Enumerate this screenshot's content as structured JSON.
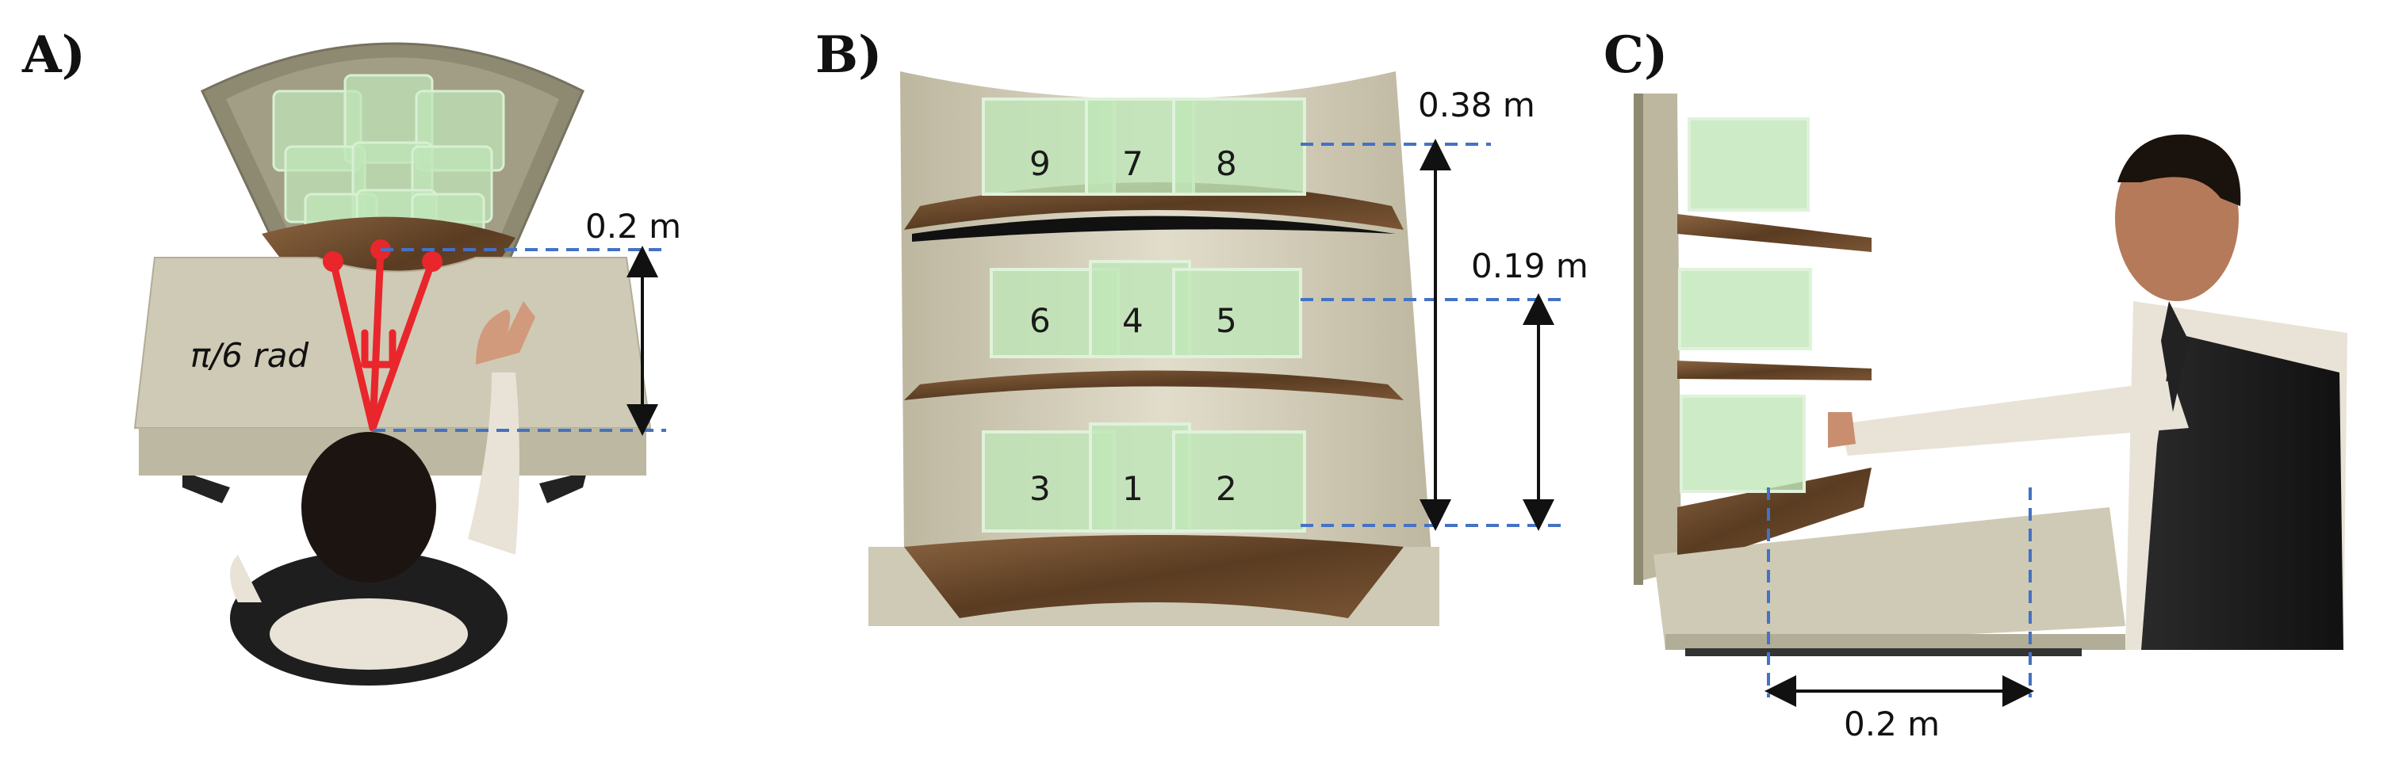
{
  "panels": {
    "a": {
      "label": "A)",
      "distance": "0.2 m",
      "angle": "π/6 rad"
    },
    "b": {
      "label": "B)",
      "total_height": "0.38 m",
      "shelf_spacing": "0.19 m",
      "slots": {
        "s1": "1",
        "s2": "2",
        "s3": "3",
        "s4": "4",
        "s5": "5",
        "s6": "6",
        "s7": "7",
        "s8": "8",
        "s9": "9"
      }
    },
    "c": {
      "label": "C)",
      "distance": "0.2 m"
    }
  },
  "colors": {
    "dashed_line": "#4472c4",
    "arrow": "#111111",
    "red_marker": "#e8262b",
    "shelf_wood": "#6b4a2c",
    "cabinet": "#cfcab5",
    "slot_green": "#bfe6b8"
  }
}
